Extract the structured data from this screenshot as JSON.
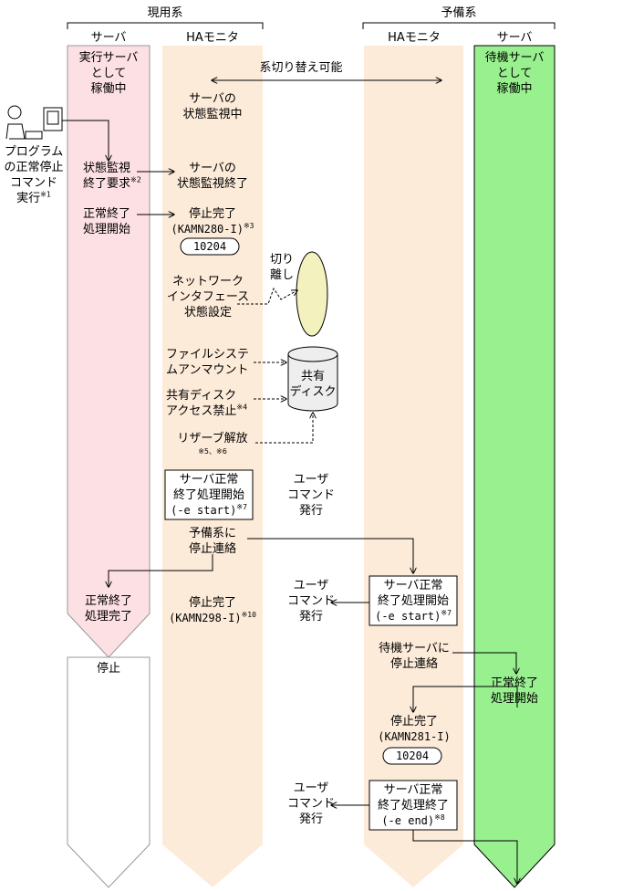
{
  "headers": {
    "primary": "現用系",
    "standby": "予備系"
  },
  "columns": {
    "primary_server": "サーバ",
    "primary_hamon": "HAモニタ",
    "standby_hamon": "HAモニタ",
    "standby_server": "サーバ"
  },
  "labels": {
    "exec_server_1": "実行サーバ",
    "exec_server_2": "として",
    "exec_server_3": "稼働中",
    "standby_server_1": "待機サーバ",
    "standby_server_2": "として",
    "standby_server_3": "稼働中",
    "switch_possible": "系切り替え可能",
    "monitoring_1": "サーバの",
    "monitoring_2": "状態監視中",
    "program_1": "プログラム",
    "program_2": "の正常停止",
    "program_3": "コマンド",
    "program_4": "実行",
    "program_note": "※1",
    "monreq_1": "状態監視",
    "monreq_2": "終了要求",
    "monreq_note": "※2",
    "monend_1": "サーバの",
    "monend_2": "状態監視終了",
    "normal_start_1": "正常終了",
    "normal_start_2": "処理開始",
    "stop_done_1": "停止完了",
    "stop_done_2": "(KAMN280-I)",
    "stop_done_note": "※3",
    "code_1": "10204",
    "isolate_1": "切り",
    "isolate_2": "離し",
    "net_1": "ネットワーク",
    "net_2": "インタフェース",
    "net_3": "状態設定",
    "fs_1": "ファイルシステ",
    "fs_2": "ムアンマウント",
    "disk_1": "共有",
    "disk_2": "ディスク",
    "access_1": "共有ディスク",
    "access_2": "アクセス禁止",
    "access_note": "※4",
    "reserve_1": "リザーブ解放",
    "reserve_note": "※5、※6",
    "user_box1_1": "サーバ正常",
    "user_box1_2": "終了処理開始",
    "user_box1_3": "(-e start)",
    "user_box1_note": "※7",
    "user_cmd1_1": "ユーザ",
    "user_cmd1_2": "コマンド",
    "user_cmd1_3": "発行",
    "notify_standby_1": "予備系に",
    "notify_standby_2": "停止連絡",
    "normal_done_1": "正常終了",
    "normal_done_2": "処理完了",
    "stop_done2_1": "停止完了",
    "stop_done2_2": "(KAMN298-I)",
    "stop_done2_note": "※10",
    "user_cmd2_1": "ユーザ",
    "user_cmd2_2": "コマンド",
    "user_cmd2_3": "発行",
    "user_box2_1": "サーバ正常",
    "user_box2_2": "終了処理開始",
    "user_box2_3": "(-e start)",
    "user_box2_note": "※7",
    "stopped": "停止",
    "notify_wait_1": "待機サーバに",
    "notify_wait_2": "停止連絡",
    "normal_start2_1": "正常終了",
    "normal_start2_2": "処理開始",
    "stop_done3_1": "停止完了",
    "stop_done3_2": "(KAMN281-I)",
    "code_2": "10204",
    "user_cmd3_1": "ユーザ",
    "user_cmd3_2": "コマンド",
    "user_cmd3_3": "発行",
    "user_box3_1": "サーバ正常",
    "user_box3_2": "終了処理終了",
    "user_box3_3": "(-e end)",
    "user_box3_note": "※8"
  },
  "colors": {
    "primary_server_active": "#fde0e4",
    "hamon_lane": "#fdebd9",
    "standby_server": "#99f08f",
    "stopped_lane": "#ffffff",
    "disk": "#eeeeee",
    "isolate_oval": "#f3f1bd"
  }
}
